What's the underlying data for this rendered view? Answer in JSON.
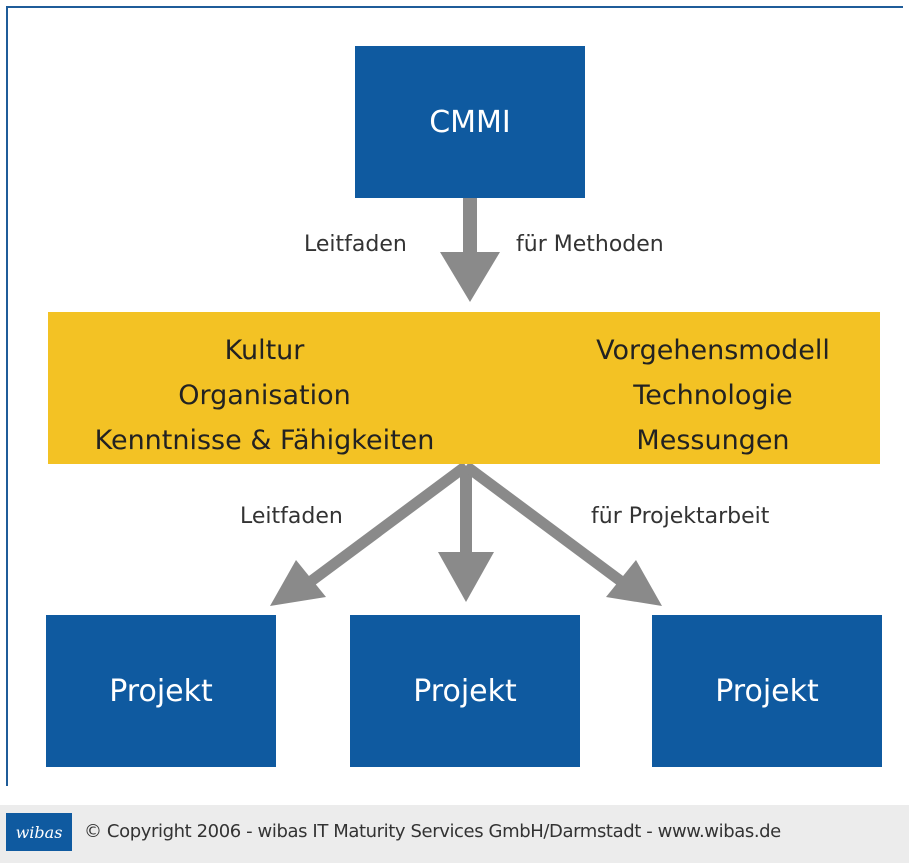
{
  "colors": {
    "box_blue": "#0f5aa0",
    "band_yellow": "#f3c224",
    "arrow_gray": "#8a8a8a",
    "footer_bg": "#ececec"
  },
  "top_box": {
    "label": "CMMI"
  },
  "top_arrow": {
    "label_left": "Leitfaden",
    "label_right": "für Methoden"
  },
  "band": {
    "left_lines": [
      "Kultur",
      "Organisation",
      "Kenntnisse & Fähigkeiten"
    ],
    "right_lines": [
      "Vorgehensmodell",
      "Technologie",
      "Messungen"
    ]
  },
  "bottom_arrows": {
    "label_left": "Leitfaden",
    "label_right": "für Projektarbeit"
  },
  "projects": [
    {
      "label": "Projekt"
    },
    {
      "label": "Projekt"
    },
    {
      "label": "Projekt"
    }
  ],
  "footer": {
    "logo_text": "wibas",
    "copyright": "© Copyright 2006 - wibas IT Maturity Services GmbH/Darmstadt - www.wibas.de"
  }
}
